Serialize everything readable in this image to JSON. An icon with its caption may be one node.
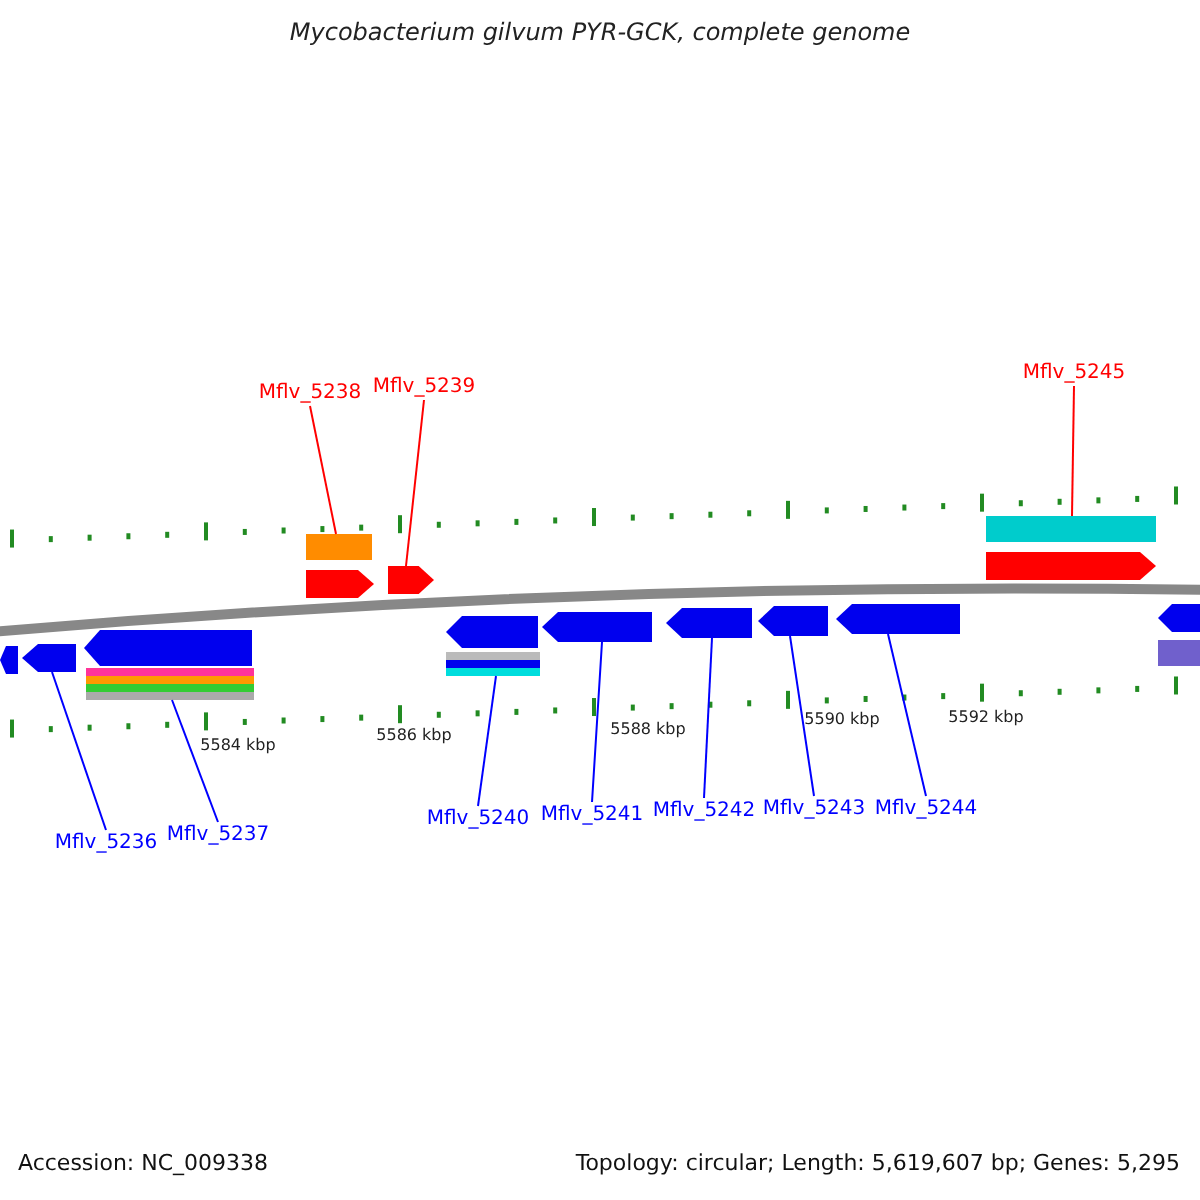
{
  "diagram": {
    "title": "Mycobacterium gilvum PYR-GCK, complete genome",
    "nodes": [
      {
        "text": [
          "Mflv_5238"
        ]
      },
      {
        "text": [
          "Mflv_5239"
        ]
      },
      {
        "text": [
          "Mflv_5245"
        ]
      },
      {
        "text": [
          "Mflv_5236"
        ]
      },
      {
        "text": [
          "Mflv_5237"
        ]
      },
      {
        "text": [
          "Mflv_5240"
        ]
      },
      {
        "text": [
          "Mflv_5241"
        ]
      },
      {
        "text": [
          "Mflv_5242"
        ]
      },
      {
        "text": [
          "Mflv_5243"
        ]
      },
      {
        "text": [
          "Mflv_5244"
        ]
      },
      {
        "text": [],
        "shape": "bar"
      },
      {
        "text": [],
        "shape": "pentagon"
      },
      {
        "text": [],
        "shape": "bar"
      },
      {
        "text": [],
        "shape": "pentagon"
      },
      {
        "text": [],
        "shape": "bar"
      },
      {
        "text": [],
        "shape": "bar"
      },
      {
        "text": [],
        "shape": "pentagon"
      },
      {
        "text": [],
        "shape": "pentagon"
      },
      {
        "text": [],
        "shape": "pentagon"
      },
      {
        "text": [],
        "shape": "pentagon"
      },
      {
        "text": [],
        "shape": "pentagon"
      },
      {
        "text": [],
        "shape": "pentagon"
      },
      {
        "text": [],
        "shape": "pentagon"
      },
      {
        "text": [],
        "shape": "pentagon"
      },
      {
        "text": [],
        "shape": "pentagon"
      },
      {
        "text": [],
        "shape": "pentagon"
      },
      {
        "text": [],
        "shape": "bar"
      }
    ],
    "edges": [
      {
        "from": 0,
        "to": 10,
        "arrow": "none",
        "color": "#ff0000"
      },
      {
        "from": 1,
        "to": 11,
        "arrow": "none",
        "color": "#ff0000"
      },
      {
        "from": 2,
        "to": 12,
        "arrow": "none",
        "color": "#ff0000"
      },
      {
        "from": 3,
        "to": 13,
        "arrow": "none"
      },
      {
        "from": 4,
        "to": 14,
        "arrow": "none"
      },
      {
        "from": 5,
        "to": 15,
        "arrow": "none"
      },
      {
        "from": 6,
        "to": 16,
        "arrow": "none"
      },
      {
        "from": 7,
        "to": 17,
        "arrow": "none"
      },
      {
        "from": 8,
        "to": 18,
        "arrow": "none"
      },
      {
        "from": 9,
        "to": 19,
        "arrow": "none"
      }
    ],
    "labels": [
      "5584 kbp",
      "5586 kbp",
      "5588 kbp",
      "5590 kbp",
      "5592 kbp",
      "Accession: NC_009338",
      "Topology: circular; Length: 5,619,607 bp; Genes: 5,295"
    ]
  }
}
